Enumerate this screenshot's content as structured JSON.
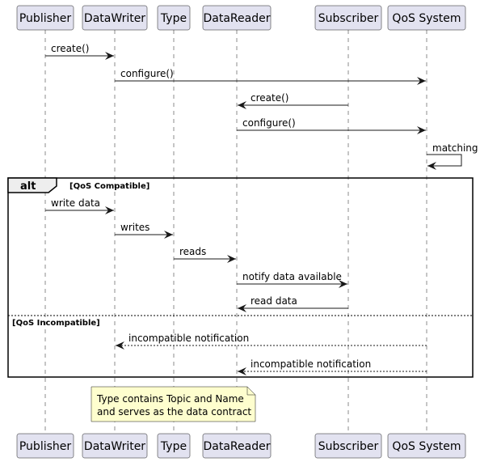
{
  "participants": [
    "Publisher",
    "DataWriter",
    "Type",
    "DataReader",
    "Subscriber",
    "QoS System"
  ],
  "messages": [
    {
      "from": 0,
      "to": 1,
      "label": "create()",
      "style": "solid"
    },
    {
      "from": 1,
      "to": 5,
      "label": "configure()",
      "style": "solid"
    },
    {
      "from": 4,
      "to": 3,
      "label": "create()",
      "style": "solid"
    },
    {
      "from": 3,
      "to": 5,
      "label": "configure()",
      "style": "solid"
    },
    {
      "from": 5,
      "to": 5,
      "label": "matching",
      "style": "self"
    },
    {
      "from": 0,
      "to": 1,
      "label": "write data",
      "style": "solid"
    },
    {
      "from": 1,
      "to": 2,
      "label": "writes",
      "style": "solid"
    },
    {
      "from": 2,
      "to": 3,
      "label": "reads",
      "style": "solid"
    },
    {
      "from": 3,
      "to": 4,
      "label": "notify data available",
      "style": "solid"
    },
    {
      "from": 4,
      "to": 3,
      "label": "read data",
      "style": "solid"
    },
    {
      "from": 5,
      "to": 1,
      "label": "incompatible notification",
      "style": "dashed"
    },
    {
      "from": 5,
      "to": 3,
      "label": "incompatible notification",
      "style": "dashed"
    }
  ],
  "alt_fragment": {
    "label": "alt",
    "guards": [
      "[QoS Compatible]",
      "[QoS Incompatible]"
    ]
  },
  "note": {
    "lines": [
      "Type contains Topic and Name",
      "and serves as the data contract"
    ]
  }
}
